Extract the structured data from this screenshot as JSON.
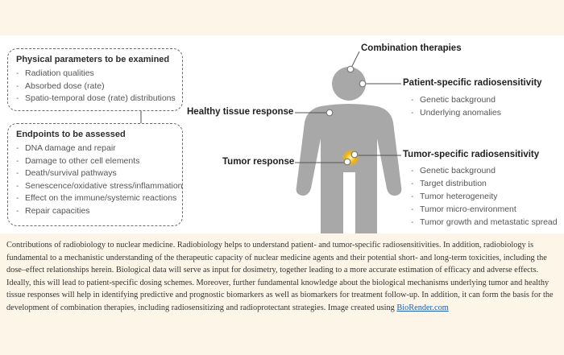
{
  "physical_box": {
    "title": "Physical parameters to be examined",
    "items": [
      "Radiation qualities",
      "Absorbed dose (rate)",
      "Spatio-temporal dose (rate) distributions"
    ]
  },
  "endpoints_box": {
    "title": "Endpoints to be assessed",
    "items": [
      "DNA damage and repair",
      "Damage to other cell elements",
      "Death/survival pathways",
      "Senescence/oxidative stress/inflammation",
      "Effect on the immune/systemic reactions",
      "Repair capacities"
    ]
  },
  "labels": {
    "combination": "Combination therapies",
    "healthy": "Healthy tissue response",
    "tumor_response": "Tumor response",
    "patient_specific": "Patient-specific radiosensitivity",
    "tumor_specific": "Tumor-specific radiosensitivity"
  },
  "patient_items": [
    "Genetic background",
    "Underlying anomalies"
  ],
  "tumor_items": [
    "Genetic background",
    "Target distribution",
    "Tumor heterogeneity",
    "Tumor micro-environment",
    "Tumor growth and metastatic spread"
  ],
  "caption": {
    "text": "Contributions of radiobiology to nuclear medicine. Radiobiology helps to understand patient- and tumor-specific radiosensitivities. In addition, radiobiology is fundamental to a mechanistic understanding of the therapeutic capacity of nuclear medicine agents and their potential short- and long-term toxicities, including the dose–effect relationships herein. Biological data will serve as input for dosimetry, together leading to a more accurate estimation of efficacy and adverse effects. Ideally, this will lead to patient-specific dosing schemes. Moreover, further fundamental knowledge about the biological mechanisms underlying tumor and healthy tissue responses will help in identifying predictive and prognostic biomarkers as well as biomarkers for treatment follow-up. In addition, it can form the basis for the development of combination therapies, including radiosensitizing and radioprotectant strategies. Image created using ",
    "link": "BioRender.com"
  },
  "colors": {
    "figure": "#a8a8a8",
    "tumor_glow": "#f5b400",
    "text_dark": "#1f1f1f",
    "link": "#1a5fa8"
  }
}
